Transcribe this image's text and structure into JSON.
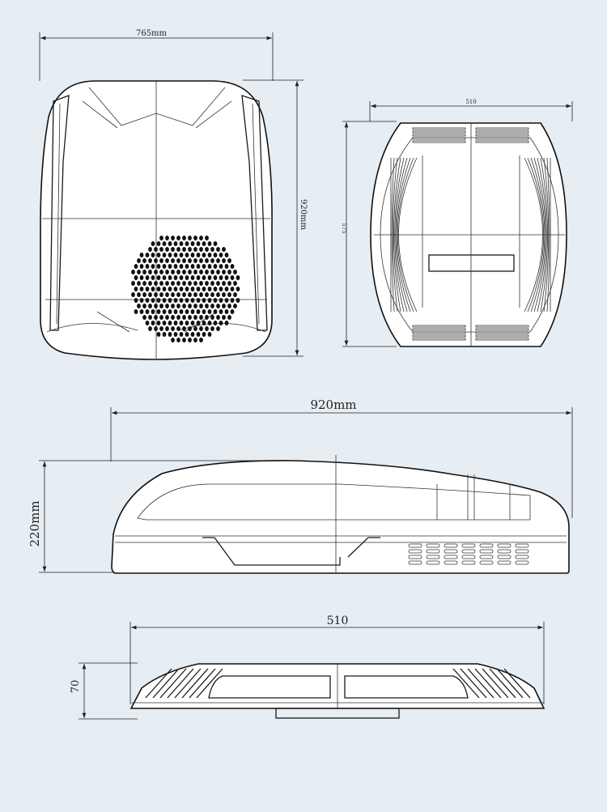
{
  "dimensions": {
    "top_view_width": "765mm",
    "top_view_length": "920mm",
    "bottom_view_width": "510",
    "bottom_view_length": "575",
    "side_view_length": "920mm",
    "side_view_height": "220mm",
    "base_view_width": "510",
    "base_view_height": "70"
  }
}
